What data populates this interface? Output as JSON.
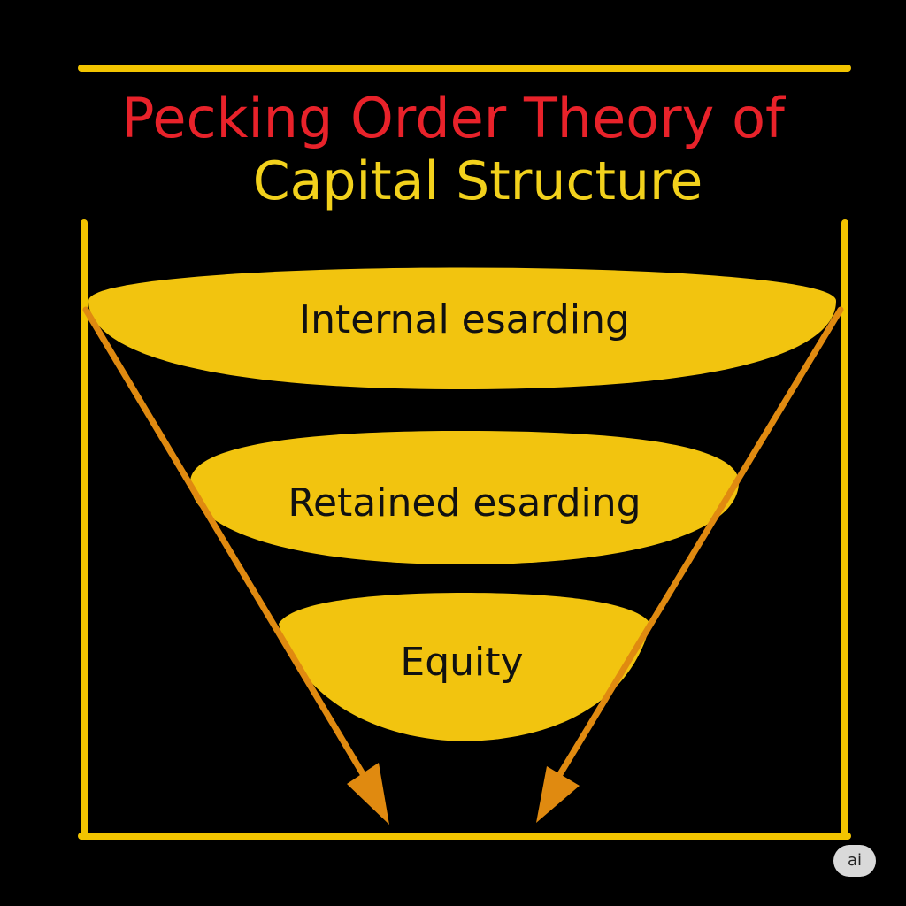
{
  "title": {
    "line1": "Pecking Order Theory of",
    "line2": "Capital Structure"
  },
  "levels": [
    {
      "label": "Internal esarding"
    },
    {
      "label": "Retained esarding"
    },
    {
      "label": "Equity"
    }
  ],
  "badge": "ai",
  "colors": {
    "background": "#000000",
    "frame": "#f2c400",
    "title_line1": "#e8222a",
    "title_line2": "#f2d11c",
    "level_fill": "#f2c40f",
    "arrow": "#e08a10",
    "label_text": "#111111"
  }
}
